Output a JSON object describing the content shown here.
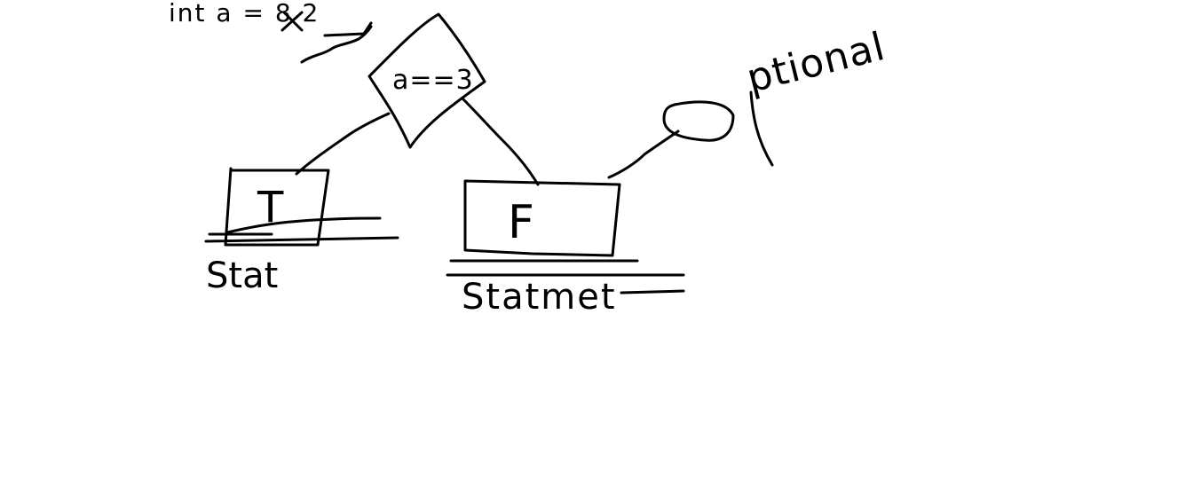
{
  "canvas": {
    "background": "#ffffff",
    "ink_color": "#000000"
  },
  "diagram": {
    "note": {
      "text": "int a = 8 2",
      "strikethrough_char": "8"
    },
    "decision": {
      "label": "a==3"
    },
    "true_branch": {
      "box_label": "T",
      "caption": "Stat"
    },
    "false_branch": {
      "box_label": "F",
      "caption": "Statmet"
    },
    "optional": {
      "label": "ptional"
    }
  }
}
